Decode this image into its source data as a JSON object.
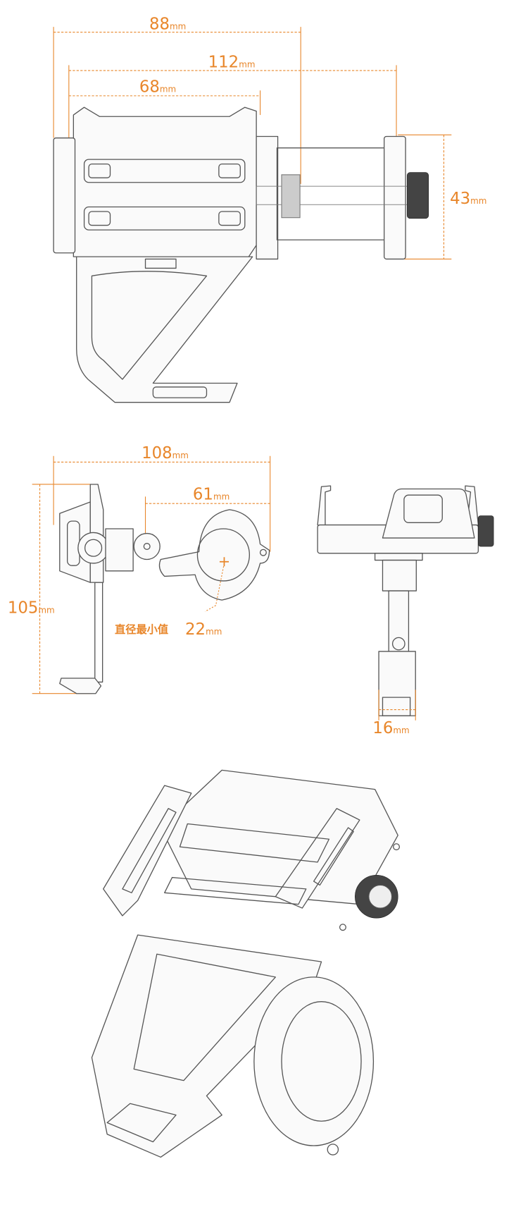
{
  "accent_color": "#e8862a",
  "top_view": {
    "dims": [
      {
        "value": "88",
        "unit": "mm"
      },
      {
        "value": "112",
        "unit": "mm"
      },
      {
        "value": "68",
        "unit": "mm"
      },
      {
        "value": "43",
        "unit": "mm"
      }
    ]
  },
  "side_view": {
    "dims": [
      {
        "value": "108",
        "unit": "mm"
      },
      {
        "value": "61",
        "unit": "mm"
      },
      {
        "value": "105",
        "unit": "mm"
      }
    ],
    "diameter_label": "直径最小值",
    "diameter": {
      "value": "22",
      "unit": "mm"
    }
  },
  "front_view": {
    "dims": [
      {
        "value": "16",
        "unit": "mm"
      }
    ]
  }
}
